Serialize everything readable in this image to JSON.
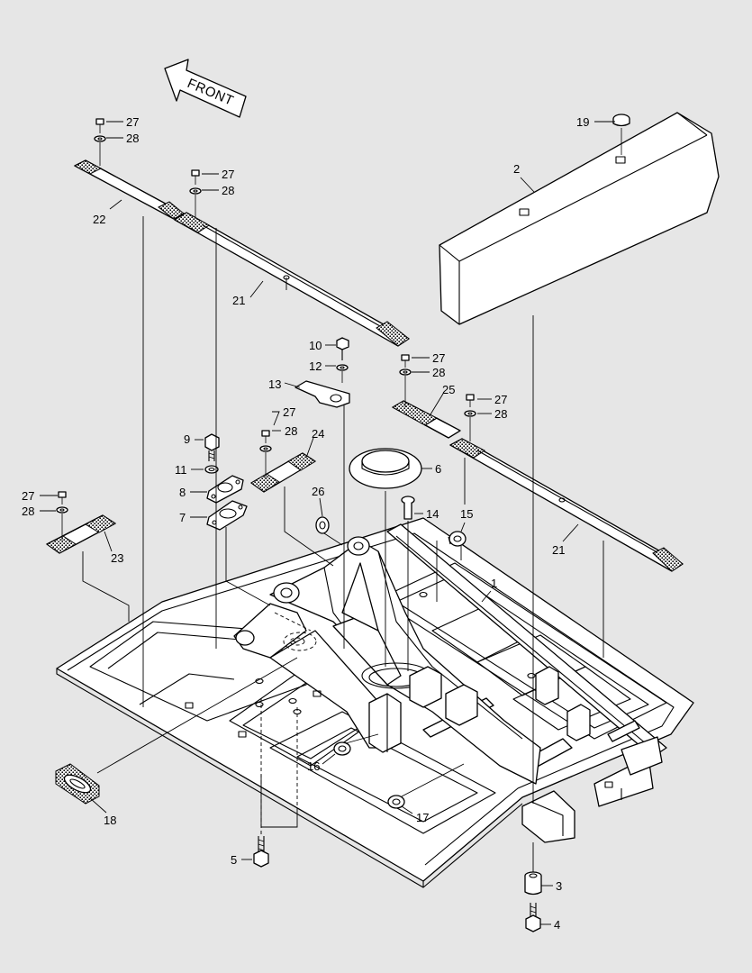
{
  "diagram": {
    "front_arrow_label": "FRONT",
    "callouts": [
      {
        "id": "c27a",
        "label": "27"
      },
      {
        "id": "c28a",
        "label": "28"
      },
      {
        "id": "c27b",
        "label": "27"
      },
      {
        "id": "c28b",
        "label": "28"
      },
      {
        "id": "c22",
        "label": "22"
      },
      {
        "id": "c21a",
        "label": "21"
      },
      {
        "id": "c19",
        "label": "19"
      },
      {
        "id": "c2",
        "label": "2"
      },
      {
        "id": "c10",
        "label": "10"
      },
      {
        "id": "c12",
        "label": "12"
      },
      {
        "id": "c13",
        "label": "13"
      },
      {
        "id": "c27c",
        "label": "27"
      },
      {
        "id": "c28c",
        "label": "28"
      },
      {
        "id": "c25",
        "label": "25"
      },
      {
        "id": "c27d",
        "label": "27"
      },
      {
        "id": "c28d",
        "label": "28"
      },
      {
        "id": "c27e",
        "label": "27"
      },
      {
        "id": "c28e",
        "label": "28"
      },
      {
        "id": "c24",
        "label": "24"
      },
      {
        "id": "c9",
        "label": "9"
      },
      {
        "id": "c11",
        "label": "11"
      },
      {
        "id": "c8",
        "label": "8"
      },
      {
        "id": "c7",
        "label": "7"
      },
      {
        "id": "c6",
        "label": "6"
      },
      {
        "id": "c26",
        "label": "26"
      },
      {
        "id": "c14",
        "label": "14"
      },
      {
        "id": "c15",
        "label": "15"
      },
      {
        "id": "c27f",
        "label": "27"
      },
      {
        "id": "c28f",
        "label": "28"
      },
      {
        "id": "c23",
        "label": "23"
      },
      {
        "id": "c21b",
        "label": "21"
      },
      {
        "id": "c1",
        "label": "1"
      },
      {
        "id": "c16",
        "label": "16"
      },
      {
        "id": "c17",
        "label": "17"
      },
      {
        "id": "c18",
        "label": "18"
      },
      {
        "id": "c3",
        "label": "3"
      },
      {
        "id": "c5",
        "label": "5"
      },
      {
        "id": "c4",
        "label": "4"
      }
    ]
  }
}
